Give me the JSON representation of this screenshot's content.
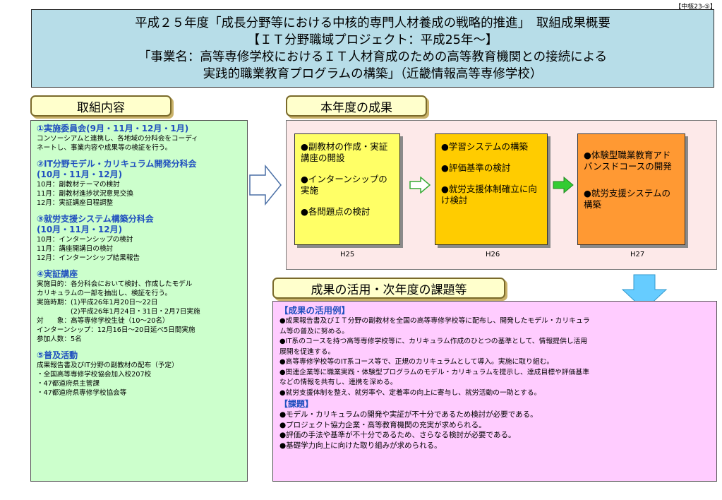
{
  "corner_tag": "【中核23-⑤】",
  "header": {
    "lines": [
      "平成２５年度「成長分野等における中核的専門人材養成の戦略的推進」　取組成果概要",
      "【ＩＴ分野職域プロジェクト：平成25年〜】",
      "「事業名：高等専修学校におけるＩＴ人材育成のための高等教育機関との接続による",
      "実践的職業教育プログラムの構築」（近畿情報高等専修学校）"
    ]
  },
  "left": {
    "title": "取組内容",
    "sections": [
      {
        "title": [
          "①実施委員会(9月・11月・12月・1月)"
        ],
        "lines": [
          "コンソーシアムと連携し、各地域の分科会をコーディ",
          "ネートし、事業内容や成果等の検証を行う。"
        ]
      },
      {
        "title": [
          "②IT分野モデル・カリキュラム開発分科会",
          "(10月・11月・12月)"
        ],
        "lines": [
          "10月：副教材テーマの検討",
          "11月：副教材進捗状況意見交換",
          "12月：実証講座日程調整"
        ]
      },
      {
        "title": [
          "③就労支援システム構築分科会",
          "(10月・11月・12月)"
        ],
        "lines": [
          "10月：インターンシップの検討",
          "11月：講座開講日の検討",
          "12月：インターンシップ結果報告"
        ]
      },
      {
        "title": [
          "④実証講座"
        ],
        "lines": [
          "実施目的：各分科会において検討、作成したモデル",
          "カリキュラムの一部を抽出し、検証を行う。",
          "実施時期：(1)平成26年1月20日〜22日",
          "　　　　　(2)平成26年1月24日・31日・2月7日実施",
          "対　　象：高等専修学校生徒（10〜20名）",
          "インターンシップ：12月16日〜20日延べ5日間実施",
          "参加人数：5名"
        ]
      },
      {
        "title": [
          "⑤普及活動"
        ],
        "lines": [
          "成果報告書及びIT分野の副教材の配布（予定）",
          "・全国高等専修学校協会加入校207校",
          "・47都道府県主管課",
          "・47都道府県専修学校協会等"
        ]
      }
    ]
  },
  "results": {
    "title": "本年度の成果",
    "boxes": [
      {
        "year": "H25",
        "items": [
          "●副教材の作成・実証講座の開設",
          "●インターンシップの実施",
          "●各問題点の検討"
        ]
      },
      {
        "year": "H26",
        "items": [
          "●学習システムの構築",
          "●評価基準の検討",
          "●就労支援体制確立に向け検討"
        ]
      },
      {
        "year": "H27",
        "items": [
          "●体験型職業教育アドバンスドコースの開発",
          "●就労支援システムの構築"
        ]
      }
    ],
    "colors": {
      "h25": "#ffff66",
      "h26": "#ffcc00",
      "h27": "#ff9933"
    }
  },
  "utilization": {
    "title": "成果の活用・次年度の課題等",
    "examples_heading": "【成果の活用例】",
    "examples": [
      "●成果報告書及びＩＴ分野の副教材を全国の高等専修学校等に配布し、開発したモデル・カリキュラ",
      "ム等の普及に努める。",
      "●IT系のコースを持つ高等専修学校等に、カリキュラム作成のひとつの基準として、情報提供し活用",
      "展開を促進する。",
      "●高等専修学校等のIT系コース等で、正規のカリキュラムとして導入。実施に取り組む。",
      "●関連企業等に職業実践・体験型プログラムのモデル・カリキュラムを提示し、達成目標や評価基準",
      "などの情報を共有し、連携を深める。",
      "●就労支援体制を整え、就労率や、定着率の向上に寄与し、就労活動の一助とする。"
    ],
    "issues_heading": "【課題】",
    "issues": [
      "●モデル・カリキュラムの開発や実証が不十分であるため検討が必要である。",
      "●プロジェクト協力企業・高等教育機関の充実が求められる。",
      "●評価の手法や基準が不十分であるため、さらなる検討が必要である。",
      "●基礎学力向上に向けた取り組みが求められる。"
    ]
  }
}
